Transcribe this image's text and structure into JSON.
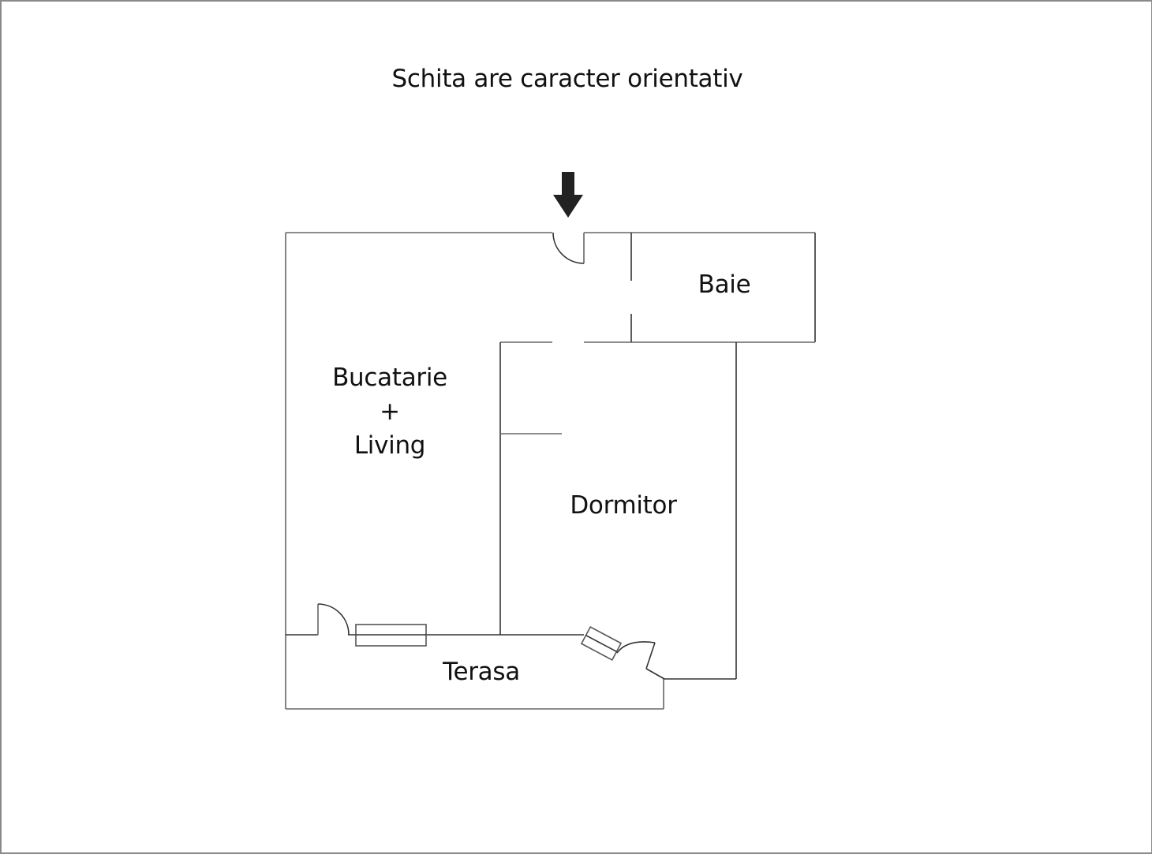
{
  "title": "Schita are caracter orientativ",
  "rooms": {
    "kitchen_living": {
      "line1": "Bucatarie",
      "line2": "+",
      "line3": "Living"
    },
    "bathroom": "Baie",
    "bedroom": "Dormitor",
    "terrace": "Terasa"
  },
  "entrance_marker": "arrow-down-icon",
  "colors": {
    "walls": "#333333",
    "frame": "#8a8a8a",
    "text": "#111111",
    "background": "#ffffff"
  }
}
